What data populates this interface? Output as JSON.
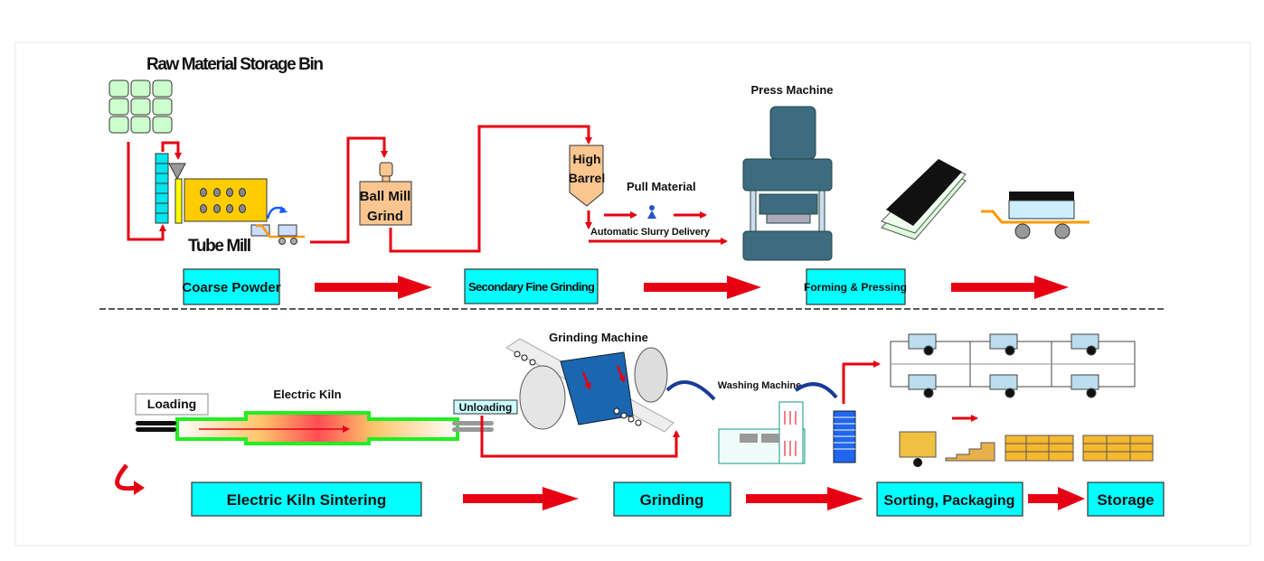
{
  "top_row": {
    "storage_bin": "Raw Material Storage Bin",
    "tube_mill": "Tube Mill",
    "ball_mill": [
      "Ball Mill",
      "Grind"
    ],
    "high_barrel": [
      "High",
      "Barrel"
    ],
    "pull_material": "Pull Material",
    "slurry": "Automatic Slurry Delivery",
    "press_machine": "Press Machine"
  },
  "top_stages": [
    "Coarse Powder",
    "Secondary Fine Grinding",
    "Forming & Pressing"
  ],
  "bottom_row": {
    "loading": "Loading",
    "electric_kiln": "Electric Kiln",
    "unloading": "Unloading",
    "grinding_machine": "Grinding Machine",
    "washing_machine": "Washing Machine"
  },
  "bottom_stages": [
    "Electric Kiln Sintering",
    "Grinding",
    "Sorting, Packaging",
    "Storage"
  ],
  "colors": {
    "stage_box": "#00ffff",
    "flow": "#e60012",
    "press": "#3d6b80",
    "mill": "#ffcc00",
    "ball_mill": "#fbc590"
  }
}
